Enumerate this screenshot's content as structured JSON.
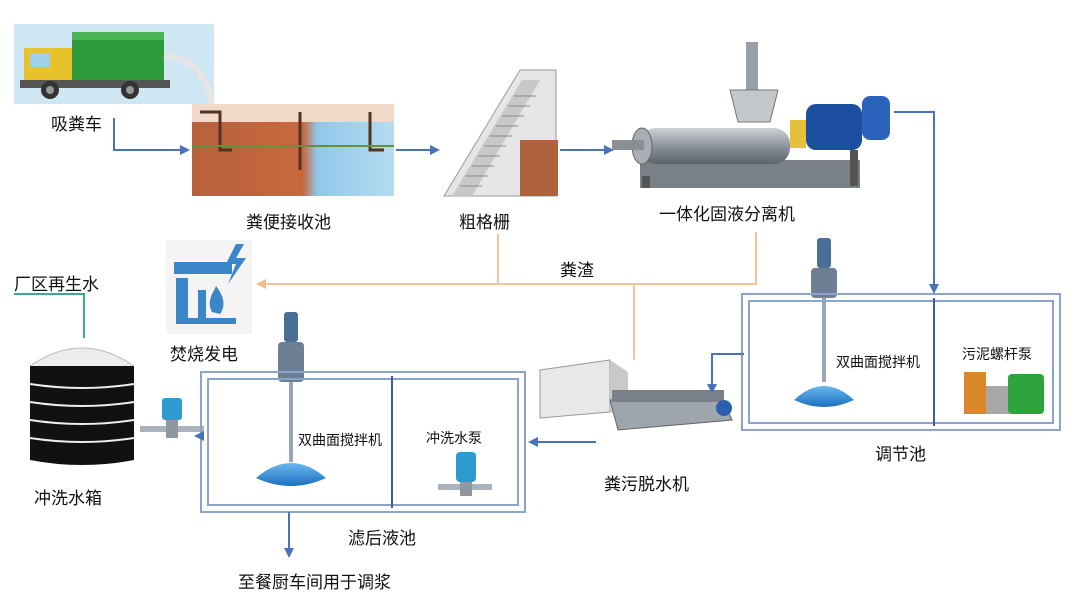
{
  "labels": {
    "truck": "吸粪车",
    "receiving_tank": "粪便接收池",
    "coarse_screen": "粗格栅",
    "separator": "一体化固液分离机",
    "residue": "粪渣",
    "incineration": "焚烧发电",
    "reclaimed_water": "厂区再生水",
    "wash_tank": "冲洗水箱",
    "filtrate_mixer": "双曲面搅拌机",
    "wash_pump": "冲洗水泵",
    "filtrate_pool": "滤后液池",
    "to_kitchen": "至餐厨车间用于调浆",
    "dewatering": "粪污脱水机",
    "reg_mixer": "双曲面搅拌机",
    "screw_pump": "污泥螺杆泵",
    "regulating_pool": "调节池"
  },
  "colors": {
    "flow_arrow": "#4a72b8",
    "residue_line": "#f2c49b",
    "pool_border": "#8aa4cc",
    "pipe_green": "#3aa89a",
    "incinerator_icon": "#3a86c8"
  }
}
